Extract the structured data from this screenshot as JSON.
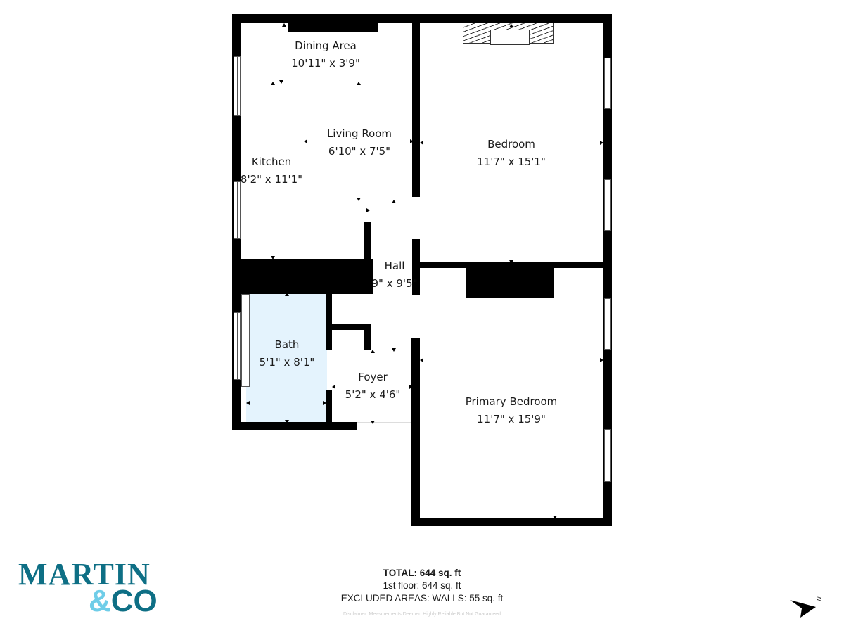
{
  "rooms": [
    {
      "name": "Dining Area",
      "size": "10'11\" x 3'9\""
    },
    {
      "name": "Living Room",
      "size": "6'10\" x 7'5\""
    },
    {
      "name": "Kitchen",
      "size": "8'2\" x 11'1\""
    },
    {
      "name": "Bedroom",
      "size": "11'7\" x 15'1\""
    },
    {
      "name": "Hall",
      "size": "9\" x 9'5\""
    },
    {
      "name": "Bath",
      "size": "5'1\" x 8'1\""
    },
    {
      "name": "Foyer",
      "size": "5'2\" x 4'6\""
    },
    {
      "name": "Primary Bedroom",
      "size": "11'7\" x 15'9\""
    }
  ],
  "totals": {
    "total": "TOTAL: 644 sq. ft",
    "floor": "1st floor: 644 sq. ft",
    "excluded": "EXCLUDED AREAS: WALLS: 55 sq. ft"
  },
  "disclaimer": "Disclaimer: Measurements Deemed Highly Reliable But Not Guaranteed",
  "logo": {
    "line1": "MARTIN",
    "amp": "&",
    "co": "CO",
    "primary_color": "#0e6f85",
    "accent_color": "#6fcde8"
  },
  "north_label": "N",
  "colors": {
    "bath_fill": "#e4f3fd",
    "wall": "#000000"
  }
}
